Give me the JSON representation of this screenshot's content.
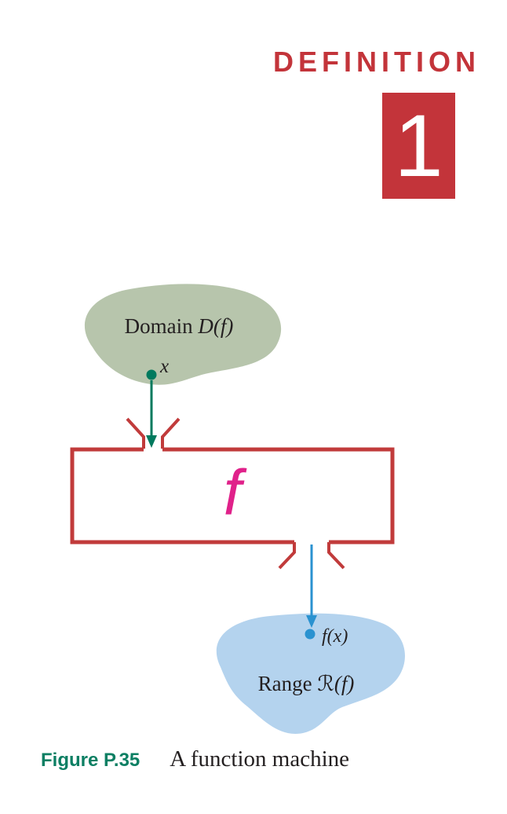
{
  "definition": {
    "heading": "DEFINITION",
    "number": "1"
  },
  "diagram": {
    "domain": {
      "word": "Domain",
      "symbol": "D",
      "arg": "(f)",
      "point_label": "x"
    },
    "machine": {
      "label": "f"
    },
    "range": {
      "word": "Range",
      "symbol": "ℛ",
      "arg": "(f)",
      "point_label": "f(x)"
    }
  },
  "caption": {
    "figure_label": "Figure P.35",
    "title": "A function machine"
  },
  "colors": {
    "definition_red": "#c3343a",
    "machine_red": "#c13b3b",
    "magenta_f": "#e0218a",
    "domain_blob": "#b7c5ac",
    "range_blob": "#b4d3ee",
    "green_arrow": "#007a5e",
    "blue_arrow": "#2a92d0",
    "figure_label_color": "#0c7f63",
    "text_black": "#231f20"
  }
}
